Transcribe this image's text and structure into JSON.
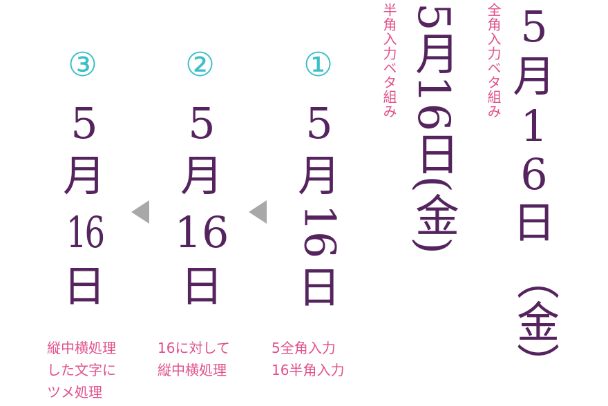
{
  "colors": {
    "purple": "#55245f",
    "pink": "#e0508a",
    "teal": "#3bbfc9",
    "gray": "#a8a8a8"
  },
  "fullwidth": {
    "label": "全角入力ベタ組み",
    "chars": [
      "5",
      "月",
      "1",
      "6",
      "日",
      "（金）"
    ]
  },
  "halfwidth": {
    "label": "半角入力ベタ組み",
    "text": "5月16日(金)"
  },
  "examples": [
    {
      "number": "①",
      "chars": [
        "5",
        "月",
        "16",
        "日"
      ],
      "caption": [
        "5全角入力",
        "16半角入力"
      ]
    },
    {
      "number": "②",
      "chars": [
        "5",
        "月",
        "16",
        "日"
      ],
      "caption": [
        "16に対して",
        "縦中横処理"
      ]
    },
    {
      "number": "③",
      "chars": [
        "5",
        "月",
        "16",
        "日"
      ],
      "caption": [
        "縦中横処理",
        "した文字に",
        "ツメ処理"
      ]
    }
  ]
}
